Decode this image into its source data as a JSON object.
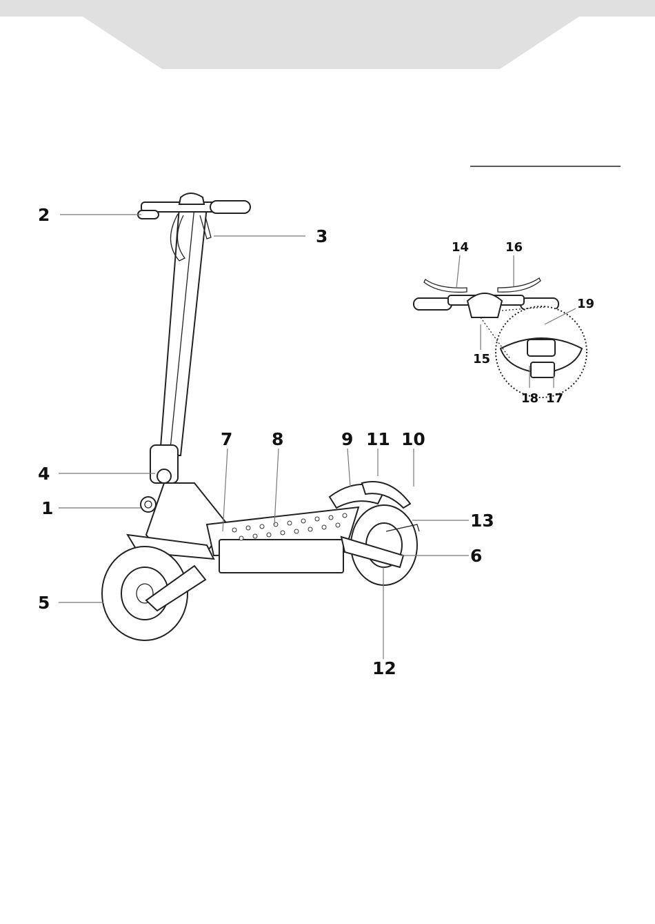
{
  "header": {
    "band_color": "#e0e0e0"
  },
  "callouts": [
    {
      "id": "2",
      "label": "2"
    },
    {
      "id": "3",
      "label": "3"
    },
    {
      "id": "4",
      "label": "4"
    },
    {
      "id": "1",
      "label": "1"
    },
    {
      "id": "5",
      "label": "5"
    },
    {
      "id": "7",
      "label": "7"
    },
    {
      "id": "8",
      "label": "8"
    },
    {
      "id": "9",
      "label": "9"
    },
    {
      "id": "11",
      "label": "11"
    },
    {
      "id": "10",
      "label": "10"
    },
    {
      "id": "13",
      "label": "13"
    },
    {
      "id": "6",
      "label": "6"
    },
    {
      "id": "12",
      "label": "12"
    }
  ],
  "detail_callouts": [
    {
      "id": "14",
      "label": "14"
    },
    {
      "id": "16",
      "label": "16"
    },
    {
      "id": "19",
      "label": "19"
    },
    {
      "id": "15",
      "label": "15"
    },
    {
      "id": "18",
      "label": "18"
    },
    {
      "id": "17",
      "label": "17"
    }
  ]
}
